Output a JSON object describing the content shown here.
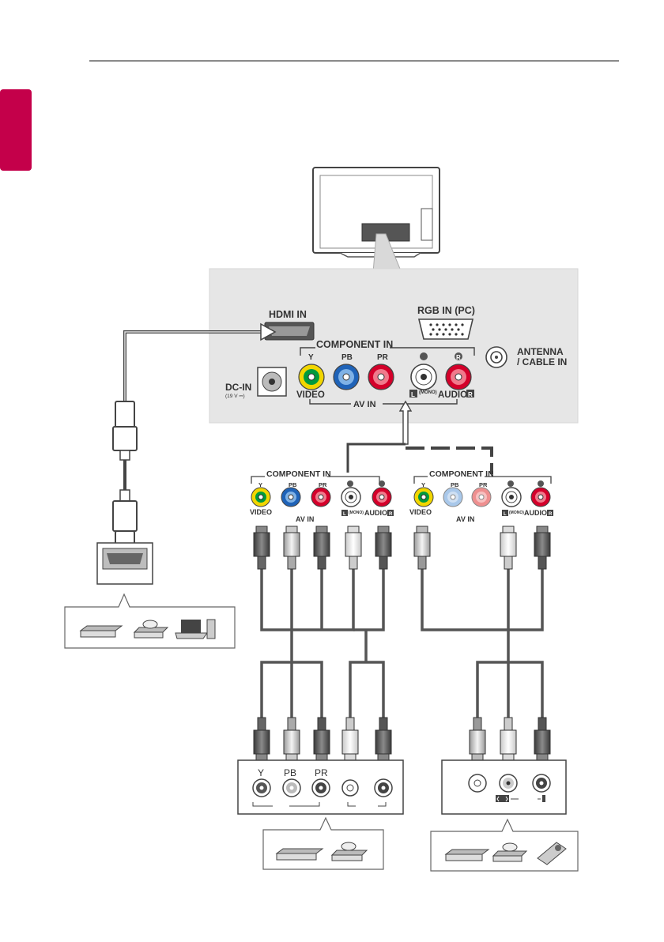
{
  "colors": {
    "accent": "#c4004a",
    "panel": "#e6e6e6",
    "jack_yellow": "#f2d600",
    "jack_green": "#009a3d",
    "jack_blue": "#1f63b8",
    "jack_red": "#d4002a",
    "jack_white": "#ffffff",
    "cable_dark": "#555555",
    "cable_light": "#dddddd"
  },
  "panel": {
    "hdmi_in": "HDMI IN",
    "rgb_in": "RGB IN (PC)",
    "component_in": "COMPONENT IN",
    "y": "Y",
    "pb": "PB",
    "pr": "PR",
    "r_badge": "R",
    "l_badge": "L",
    "mono": "(MONO)",
    "video": "VIDEO",
    "av_in": "AV IN",
    "audio": "AUDIO",
    "antenna_line1": "ANTENNA",
    "antenna_line2": "/ CABLE IN",
    "dc_in": "DC-IN",
    "dc_voltage": "(19 V ⎓)"
  },
  "left_mini_panel": {
    "component_in": "COMPONENT IN",
    "y": "Y",
    "pb": "PB",
    "pr": "PR",
    "video": "VIDEO",
    "av_in": "AV IN",
    "audio": "AUDIO",
    "mono": "(MONO)",
    "l": "L",
    "r": "R"
  },
  "right_mini_panel": {
    "component_in": "COMPONENT IN",
    "y": "Y",
    "pb": "PB",
    "pr": "PR",
    "video": "VIDEO",
    "av_in": "AV IN",
    "audio": "AUDIO",
    "mono": "(MONO)",
    "l": "L",
    "r": "R"
  },
  "source_component": {
    "y": "Y",
    "pb": "PB",
    "pr": "PR"
  },
  "device_icons": {
    "hdmi_sources": [
      "dvd-player-icon",
      "disc-player-icon",
      "laptop-icon",
      "pc-tower-icon"
    ],
    "component_sources": [
      "dvd-player-icon",
      "disc-player-icon"
    ],
    "av_sources": [
      "vcr-icon",
      "disc-player-icon",
      "camcorder-icon"
    ]
  }
}
